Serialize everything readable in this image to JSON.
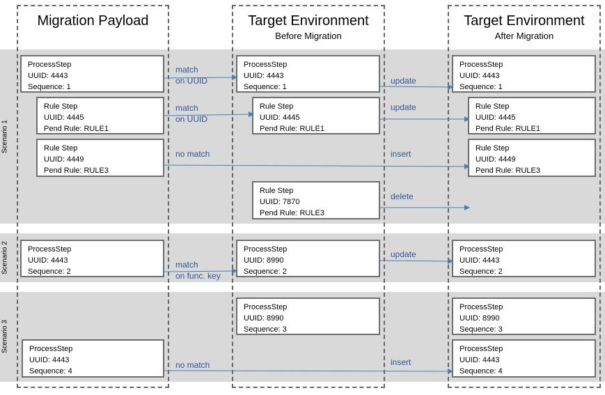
{
  "columns": [
    {
      "id": "payload",
      "title": "Migration Payload",
      "subtitle": ""
    },
    {
      "id": "before",
      "title": "Target Environment",
      "subtitle": "Before Migration"
    },
    {
      "id": "after",
      "title": "Target Environment",
      "subtitle": "After Migration"
    }
  ],
  "scenarios": [
    "Scenario 1",
    "Scenario 2",
    "Scenario 3"
  ],
  "nodes": {
    "p1": {
      "lines": [
        "ProcessStep",
        "UUID: 4443",
        "Sequence: 1"
      ]
    },
    "r1": {
      "lines": [
        "Rule Step",
        "UUID: 4445",
        "Pend Rule: RULE1"
      ]
    },
    "r2": {
      "lines": [
        "Rule Step",
        "UUID: 4449",
        "Pend Rule: RULE3"
      ]
    },
    "b1": {
      "lines": [
        "ProcessStep",
        "UUID: 4443",
        "Sequence: 1"
      ]
    },
    "b2": {
      "lines": [
        "Rule Step",
        "UUID: 4445",
        "Pend Rule: RULE1"
      ]
    },
    "b3": {
      "lines": [
        "Rule Step",
        "UUID: 7870",
        "Pend Rule: RULE3"
      ]
    },
    "a1": {
      "lines": [
        "ProcessStep",
        "UUID: 4443",
        "Sequence: 1"
      ]
    },
    "a2": {
      "lines": [
        " Rule Step",
        " UUID: 4445",
        "Pend Rule: RULE1"
      ]
    },
    "a3": {
      "lines": [
        "Rule Step",
        "UUID: 4449",
        "Pend Rule: RULE3"
      ]
    },
    "p4": {
      "lines": [
        "ProcessStep",
        "UUID: 4443",
        "Sequence: 2"
      ]
    },
    "b4": {
      "lines": [
        "ProcessStep",
        "UUID: 8990",
        "Sequence: 2"
      ]
    },
    "a4": {
      "lines": [
        "ProcessStep",
        "UUID: 4443",
        "Sequence: 2"
      ]
    },
    "b5": {
      "lines": [
        "ProcessStep",
        "UUID: 8990",
        "Sequence: 3"
      ]
    },
    "a5": {
      "lines": [
        "ProcessStep",
        "UUID: 8990",
        "Sequence: 3"
      ]
    },
    "p6": {
      "lines": [
        "ProcessStep",
        "UUID: 4443",
        "Sequence: 4"
      ]
    },
    "a6": {
      "lines": [
        "ProcessStep",
        "UUID: 4443",
        "Sequence: 4"
      ]
    }
  },
  "edges": [
    {
      "id": "e1",
      "lines": [
        "match",
        "on UUID"
      ]
    },
    {
      "id": "e2",
      "lines": [
        "update"
      ]
    },
    {
      "id": "e3",
      "lines": [
        "match",
        "on UUID"
      ]
    },
    {
      "id": "e4",
      "lines": [
        "update"
      ]
    },
    {
      "id": "e5",
      "lines": [
        "no match"
      ]
    },
    {
      "id": "e6",
      "lines": [
        "insert"
      ]
    },
    {
      "id": "e7",
      "lines": [
        "delete"
      ]
    },
    {
      "id": "e8",
      "lines": [
        "update"
      ]
    },
    {
      "id": "e9",
      "lines": [
        "match",
        "on func. key"
      ]
    },
    {
      "id": "e10",
      "lines": [
        "no match"
      ]
    },
    {
      "id": "e11",
      "lines": [
        "insert"
      ]
    }
  ],
  "colors": {
    "band": "#d9d9d9",
    "frame": "#666666",
    "node_border": "#6e6e6e",
    "edge": "#4a7ebb",
    "edge_label": "#2f5597"
  }
}
